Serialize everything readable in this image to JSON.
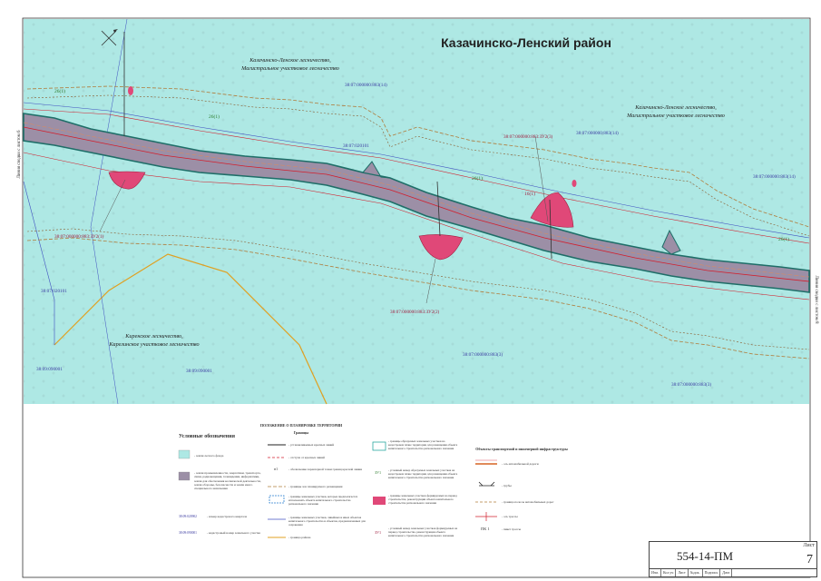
{
  "map": {
    "district_title": "Казачинско-Ленский район",
    "forestry_labels": [
      {
        "line1": "Казачинско-Ленское лесничество,",
        "line2": "Магистральное участковое лесничество"
      },
      {
        "line1": "Казачинско-Ленское лесничество,",
        "line2": "Магистральное участковое лесничество"
      },
      {
        "line1": "Киренское лесничество,",
        "line2": "Карелинское участковое лесничество"
      }
    ],
    "cadastral_numbers": [
      "38:07:000000:883(14)",
      "38:07:020101",
      "38:07:000000:883(14)",
      "38:07:000000:883:ЗУ2(3)",
      "38:07:000000:883(14)",
      "38:07:000000:883:ЗУ2(1)",
      "38:07:000000:883:ЗУ2(2)",
      "38:07:020101",
      "38:07:000000:883(3)",
      "38:09:090001",
      "38:09:090001",
      "38:07:000000:883(3)"
    ],
    "zone_labels": [
      "26(1)",
      "26(1)",
      "16(1)",
      "26(1)",
      "26(1)"
    ],
    "edge_labels": [
      "Линия сводки с листом 6",
      "Линия сводки с листом 8"
    ],
    "colors": {
      "forest_fund": "#aee8e4",
      "linear_object": "#9c8fa6",
      "cut_area": "#e04878",
      "teal_border": "#2aa7a0",
      "red_line": "#d21f2d",
      "orange_dash": "#b07c3b",
      "district_line": "#e0a020",
      "blue_line": "#4050c0"
    }
  },
  "legend": {
    "heading": "Условные обозначения",
    "col1": [
      {
        "text": "- земли лесного фонда",
        "icon": "forest-fund-swatch"
      },
      {
        "text": "- земли промышленности, энергетики, транспорта, связи, радиовещания, телевидения, информатики, земли для обеспечения космической деятельности, земли обороны, безопасности и земли иного специального назначения",
        "icon": "industrial-land-swatch"
      },
      {
        "text": "- номер кадастрового квартала",
        "code": "38:09:020902"
      },
      {
        "text": "- кадастровый номер земельного участка",
        "code": "38:09:090001"
      }
    ],
    "col2_title": "ПОЛОЖЕНИЕ О ПЛАНИРОВКЕ ТЕРРИТОРИИ",
    "col2_subtitle": "Границы",
    "col2": [
      {
        "text": "- устанавливаемых красных линий"
      },
      {
        "text": "- отступа от красных линий"
      },
      {
        "text": "- обозначение характерной точки границ красной линии"
      },
      {
        "text": "- границы зон планируемого размещения"
      },
      {
        "text": "- границы земельных участков, которые предполагается использовать объекта капитального строительства регионального значения"
      },
      {
        "text": "- границы земельных участков, линейных и иных объектов капитального строительства и объектов, предназначенных для сохранения"
      },
      {
        "text": "- граница района"
      }
    ],
    "col3": [
      {
        "text": "- границы образуемых земельных участков на кадастровом плане территории для размещения объекта капитального строительства регионального значения"
      },
      {
        "text": "- условный номер образуемых земельных участков на кадастровом плане территории для размещения объекта капитального строительства регионального значения",
        "code": "ЗУ1"
      },
      {
        "text": "- границы земельных участков формируемых на период строительства, реконструкции объекта капитального строительства регионального значения"
      },
      {
        "text": "- условный номер земельных участков формируемых на период строительства, реконструкции объекта капитального строительства регионального значения",
        "code": "ЗУ1"
      }
    ],
    "col4_title": "Объекты транспортной и инженерной инфраструктуры",
    "col4": [
      {
        "text": "- ось автомобильной дороги"
      },
      {
        "text": "- трубы"
      },
      {
        "text": "- граница полосы автомобильных дорог"
      },
      {
        "text": "- ось трассы"
      },
      {
        "text": "- пикет трассы",
        "code": "ПК 1"
      }
    ]
  },
  "stamp": {
    "code": "554-14-ПМ",
    "sheet_label": "Лист",
    "sheet_number": "7",
    "columns": [
      "Изм.",
      "Кол.уч",
      "Лист",
      "№док.",
      "Подпись",
      "Дата"
    ]
  }
}
